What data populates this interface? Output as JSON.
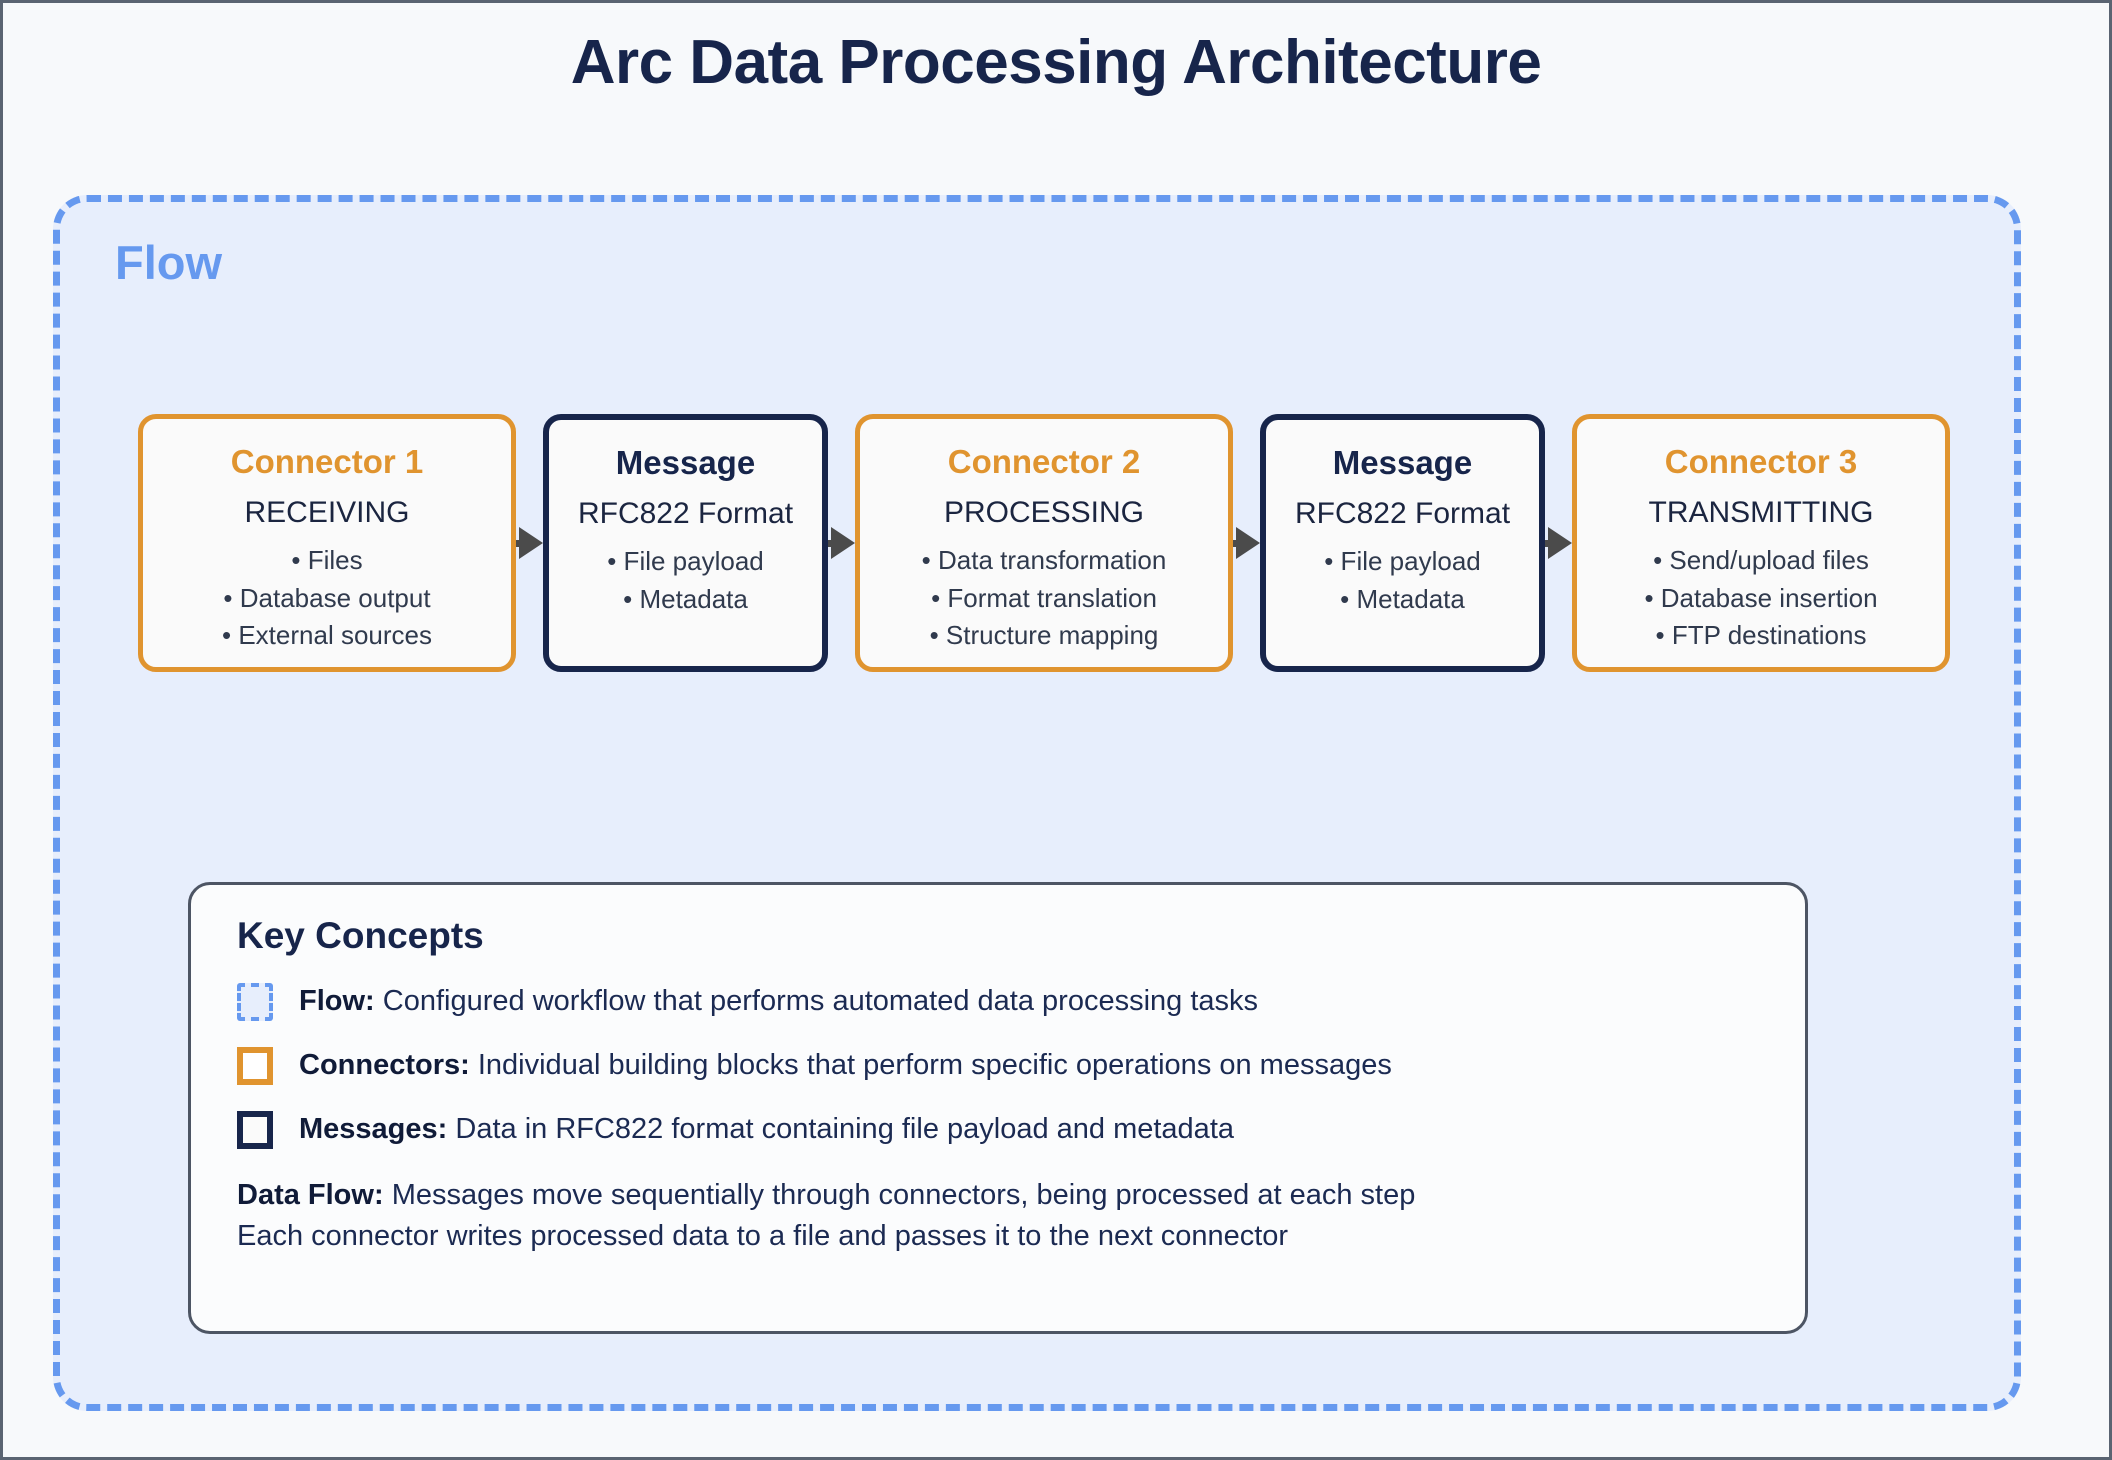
{
  "page": {
    "title": "Arc Data Processing Architecture"
  },
  "flow": {
    "label": "Flow"
  },
  "pipeline": {
    "nodes": [
      {
        "kind": "connector",
        "title": "Connector 1",
        "subtitle": "RECEIVING",
        "bullets": "• Files\n• Database output\n• External sources"
      },
      {
        "kind": "message",
        "title": "Message",
        "subtitle": "RFC822 Format",
        "bullets": "• File payload\n• Metadata"
      },
      {
        "kind": "connector",
        "title": "Connector 2",
        "subtitle": "PROCESSING",
        "bullets": "• Data transformation\n• Format translation\n• Structure mapping"
      },
      {
        "kind": "message",
        "title": "Message",
        "subtitle": "RFC822 Format",
        "bullets": "• File payload\n• Metadata"
      },
      {
        "kind": "connector",
        "title": "Connector 3",
        "subtitle": "TRANSMITTING",
        "bullets": "• Send/upload files\n• Database insertion\n• FTP destinations"
      }
    ]
  },
  "key_concepts": {
    "title": "Key Concepts",
    "items": [
      {
        "swatch": "flow",
        "term": "Flow:",
        "description": "Configured workflow that performs automated data processing tasks"
      },
      {
        "swatch": "connector",
        "term": "Connectors:",
        "description": "Individual building blocks that perform specific operations on messages"
      },
      {
        "swatch": "message",
        "term": "Messages:",
        "description": "Data in RFC822 format containing file payload and metadata"
      }
    ],
    "dataflow_term": "Data Flow:",
    "dataflow_line1": "Messages move sequentially through connectors, being processed at each step",
    "dataflow_line2": "Each connector writes processed data to a file and passes it to the next connector"
  },
  "colors": {
    "connector_border": "#e0942f",
    "message_border": "#17254b",
    "flow_border": "#6699ef",
    "flow_background": "#e7eefc",
    "page_background": "#f7f9fb",
    "arrow": "#4b4b4b",
    "title_text": "#17254b"
  }
}
